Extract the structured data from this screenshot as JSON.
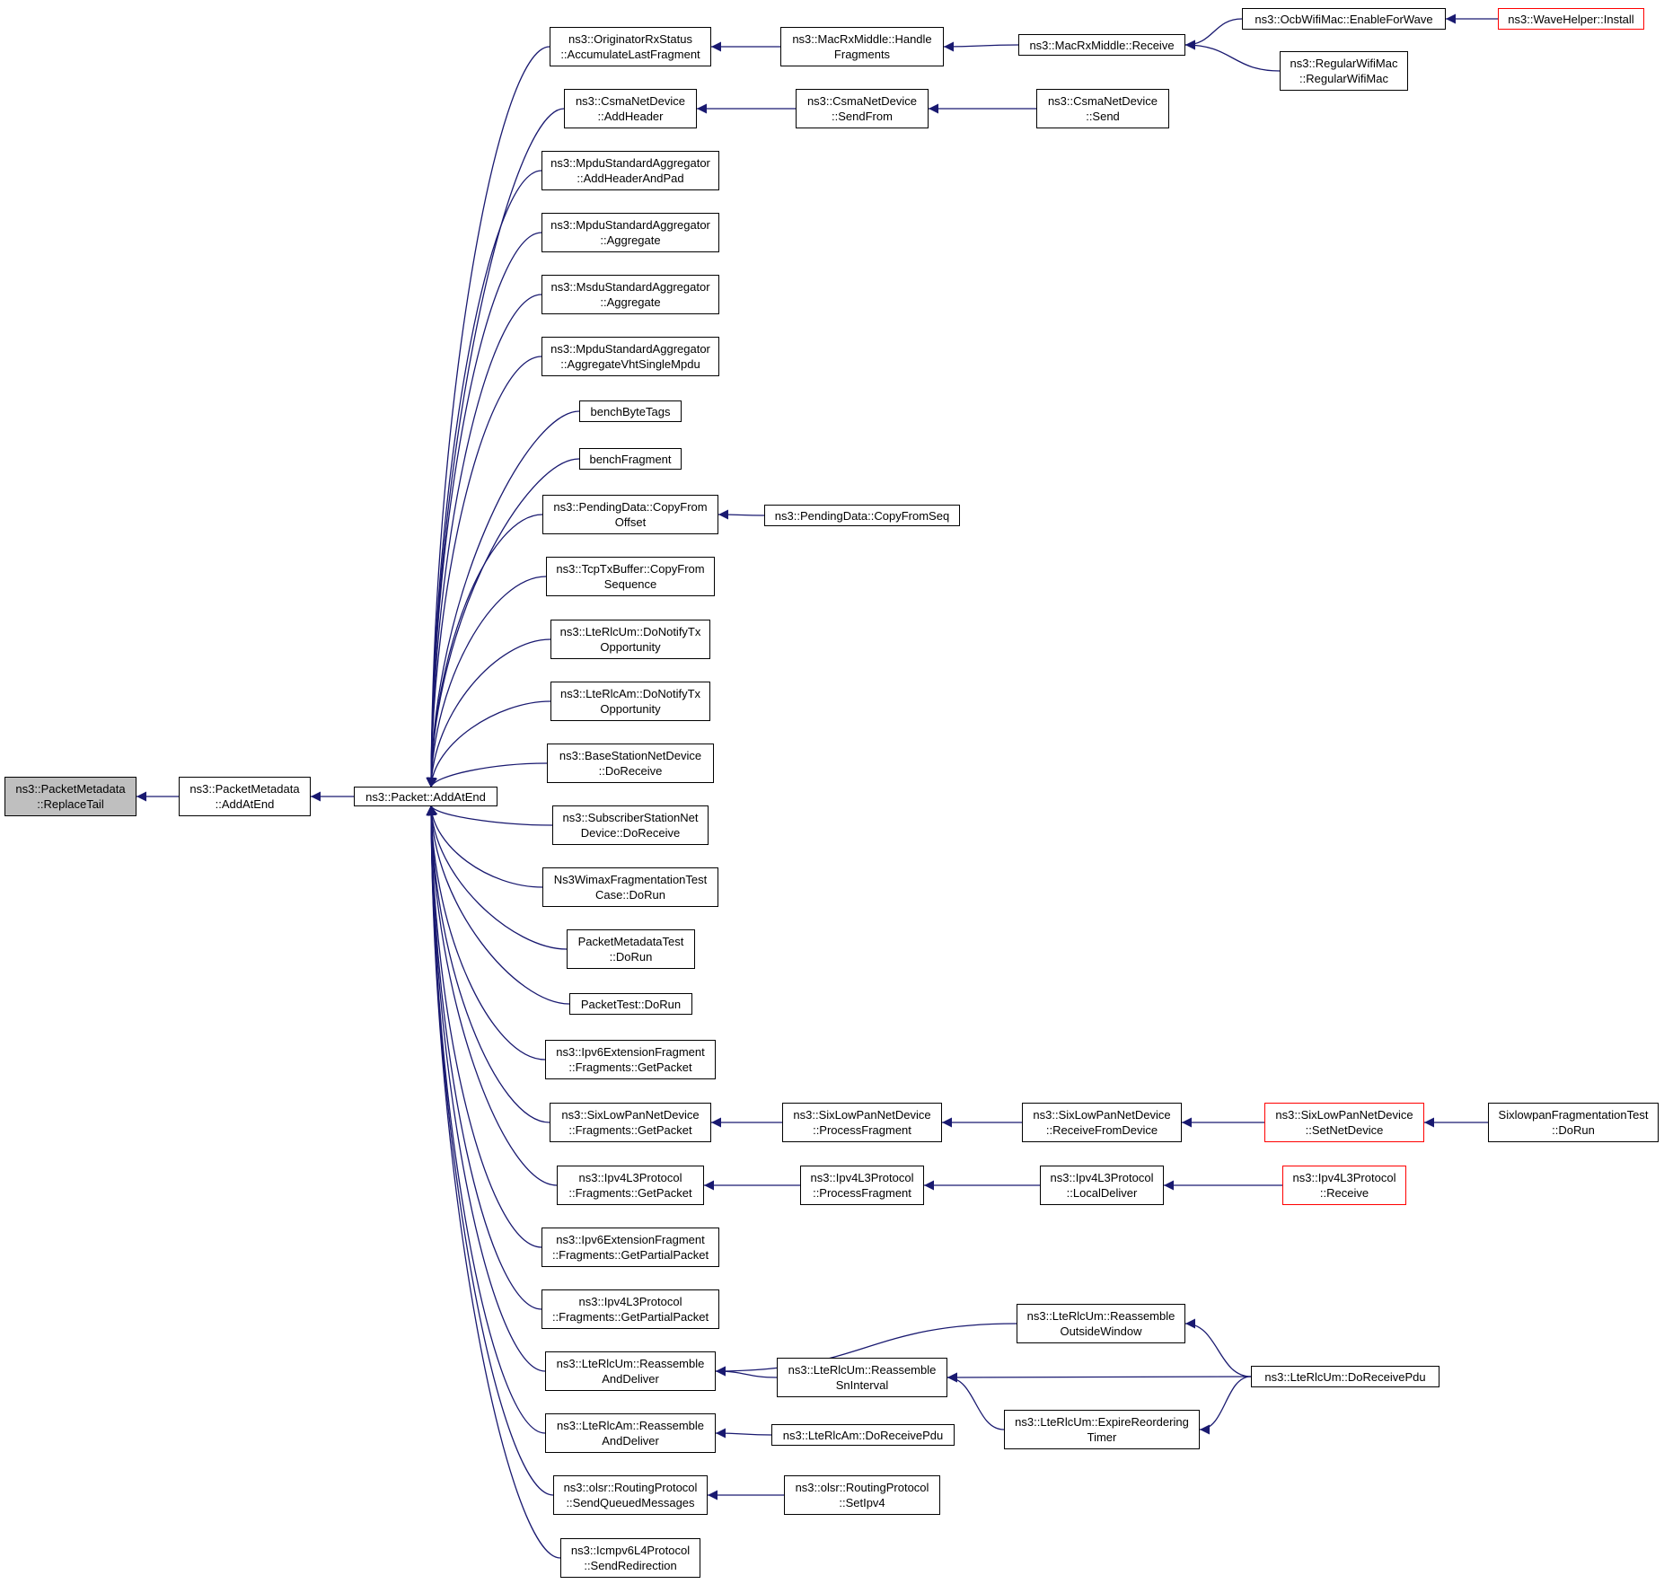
{
  "graph": {
    "edge_color": "#191970",
    "truncated_node_color": "#ff0000",
    "current_node_fill": "#bfbfbf",
    "nodes": [
      {
        "id": "replace_tail",
        "lines": [
          "ns3::PacketMetadata",
          "::ReplaceTail"
        ],
        "current": true
      },
      {
        "id": "pm_add_at_end",
        "lines": [
          "ns3::PacketMetadata",
          "::AddAtEnd"
        ]
      },
      {
        "id": "packet_add_at_end",
        "lines": [
          "ns3::Packet::AddAtEnd"
        ]
      },
      {
        "id": "orig_rx",
        "lines": [
          "ns3::OriginatorRxStatus",
          "::AccumulateLastFragment"
        ]
      },
      {
        "id": "csma_add_header",
        "lines": [
          "ns3::CsmaNetDevice",
          "::AddHeader"
        ]
      },
      {
        "id": "mpdu_add_header_pad",
        "lines": [
          "ns3::MpduStandardAggregator",
          "::AddHeaderAndPad"
        ]
      },
      {
        "id": "mpdu_aggregate",
        "lines": [
          "ns3::MpduStandardAggregator",
          "::Aggregate"
        ]
      },
      {
        "id": "msdu_aggregate",
        "lines": [
          "ns3::MsduStandardAggregator",
          "::Aggregate"
        ]
      },
      {
        "id": "mpdu_vht",
        "lines": [
          "ns3::MpduStandardAggregator",
          "::AggregateVhtSingleMpdu"
        ]
      },
      {
        "id": "bench_byte_tags",
        "lines": [
          "benchByteTags"
        ]
      },
      {
        "id": "bench_fragment",
        "lines": [
          "benchFragment"
        ]
      },
      {
        "id": "pending_copy_offset",
        "lines": [
          "ns3::PendingData::CopyFrom",
          "Offset"
        ]
      },
      {
        "id": "tcp_copy_seq",
        "lines": [
          "ns3::TcpTxBuffer::CopyFrom",
          "Sequence"
        ]
      },
      {
        "id": "lte_um_notify",
        "lines": [
          "ns3::LteRlcUm::DoNotifyTx",
          "Opportunity"
        ]
      },
      {
        "id": "lte_am_notify",
        "lines": [
          "ns3::LteRlcAm::DoNotifyTx",
          "Opportunity"
        ]
      },
      {
        "id": "bs_do_receive",
        "lines": [
          "ns3::BaseStationNetDevice",
          "::DoReceive"
        ]
      },
      {
        "id": "ss_do_receive",
        "lines": [
          "ns3::SubscriberStationNet",
          "Device::DoReceive"
        ]
      },
      {
        "id": "wimax_frag",
        "lines": [
          "Ns3WimaxFragmentationTest",
          "Case::DoRun"
        ]
      },
      {
        "id": "pm_test",
        "lines": [
          "PacketMetadataTest",
          "::DoRun"
        ]
      },
      {
        "id": "packet_test",
        "lines": [
          "PacketTest::DoRun"
        ]
      },
      {
        "id": "ipv6_get_packet",
        "lines": [
          "ns3::Ipv6ExtensionFragment",
          "::Fragments::GetPacket"
        ]
      },
      {
        "id": "sixlow_get_packet",
        "lines": [
          "ns3::SixLowPanNetDevice",
          "::Fragments::GetPacket"
        ]
      },
      {
        "id": "ipv4_get_packet",
        "lines": [
          "ns3::Ipv4L3Protocol",
          "::Fragments::GetPacket"
        ]
      },
      {
        "id": "ipv6_get_partial",
        "lines": [
          "ns3::Ipv6ExtensionFragment",
          "::Fragments::GetPartialPacket"
        ]
      },
      {
        "id": "ipv4_get_partial",
        "lines": [
          "ns3::Ipv4L3Protocol",
          "::Fragments::GetPartialPacket"
        ]
      },
      {
        "id": "lte_um_reassemble",
        "lines": [
          "ns3::LteRlcUm::Reassemble",
          "AndDeliver"
        ]
      },
      {
        "id": "lte_am_reassemble",
        "lines": [
          "ns3::LteRlcAm::Reassemble",
          "AndDeliver"
        ]
      },
      {
        "id": "olsr_send_queued",
        "lines": [
          "ns3::olsr::RoutingProtocol",
          "::SendQueuedMessages"
        ]
      },
      {
        "id": "icmpv6_redirect",
        "lines": [
          "ns3::Icmpv6L4Protocol",
          "::SendRedirection"
        ]
      },
      {
        "id": "mac_handle_frag",
        "lines": [
          "ns3::MacRxMiddle::Handle",
          "Fragments"
        ]
      },
      {
        "id": "csma_send_from",
        "lines": [
          "ns3::CsmaNetDevice",
          "::SendFrom"
        ]
      },
      {
        "id": "pending_copy_seq",
        "lines": [
          "ns3::PendingData::CopyFromSeq"
        ]
      },
      {
        "id": "sixlow_process_frag",
        "lines": [
          "ns3::SixLowPanNetDevice",
          "::ProcessFragment"
        ]
      },
      {
        "id": "ipv4_process_frag",
        "lines": [
          "ns3::Ipv4L3Protocol",
          "::ProcessFragment"
        ]
      },
      {
        "id": "lte_um_outside",
        "lines": [
          "ns3::LteRlcUm::Reassemble",
          "OutsideWindow"
        ]
      },
      {
        "id": "lte_um_sn_interval",
        "lines": [
          "ns3::LteRlcUm::Reassemble",
          "SnInterval"
        ]
      },
      {
        "id": "lte_am_do_receive",
        "lines": [
          "ns3::LteRlcAm::DoReceivePdu"
        ]
      },
      {
        "id": "olsr_set_ipv4",
        "lines": [
          "ns3::olsr::RoutingProtocol",
          "::SetIpv4"
        ]
      },
      {
        "id": "mac_receive",
        "lines": [
          "ns3::MacRxMiddle::Receive"
        ]
      },
      {
        "id": "csma_send",
        "lines": [
          "ns3::CsmaNetDevice",
          "::Send"
        ]
      },
      {
        "id": "sixlow_receive_from",
        "lines": [
          "ns3::SixLowPanNetDevice",
          "::ReceiveFromDevice"
        ]
      },
      {
        "id": "ipv4_local_deliver",
        "lines": [
          "ns3::Ipv4L3Protocol",
          "::LocalDeliver"
        ]
      },
      {
        "id": "lte_um_expire",
        "lines": [
          "ns3::LteRlcUm::ExpireReordering",
          "Timer"
        ]
      },
      {
        "id": "ocb_enable",
        "lines": [
          "ns3::OcbWifiMac::EnableForWave"
        ]
      },
      {
        "id": "regular_wifi",
        "lines": [
          "ns3::RegularWifiMac",
          "::RegularWifiMac"
        ]
      },
      {
        "id": "sixlow_set_net",
        "lines": [
          "ns3::SixLowPanNetDevice",
          "::SetNetDevice"
        ],
        "truncated": true
      },
      {
        "id": "ipv4_receive",
        "lines": [
          "ns3::Ipv4L3Protocol",
          "::Receive"
        ],
        "truncated": true
      },
      {
        "id": "lte_um_do_receive",
        "lines": [
          "ns3::LteRlcUm::DoReceivePdu"
        ]
      },
      {
        "id": "wave_install",
        "lines": [
          "ns3::WaveHelper::Install"
        ],
        "truncated": true
      },
      {
        "id": "sixlow_frag_test",
        "lines": [
          "SixlowpanFragmentationTest",
          "::DoRun"
        ]
      }
    ],
    "edges": [
      [
        "pm_add_at_end",
        "replace_tail"
      ],
      [
        "packet_add_at_end",
        "pm_add_at_end"
      ],
      [
        "orig_rx",
        "packet_add_at_end"
      ],
      [
        "csma_add_header",
        "packet_add_at_end"
      ],
      [
        "mpdu_add_header_pad",
        "packet_add_at_end"
      ],
      [
        "mpdu_aggregate",
        "packet_add_at_end"
      ],
      [
        "msdu_aggregate",
        "packet_add_at_end"
      ],
      [
        "mpdu_vht",
        "packet_add_at_end"
      ],
      [
        "bench_byte_tags",
        "packet_add_at_end"
      ],
      [
        "bench_fragment",
        "packet_add_at_end"
      ],
      [
        "pending_copy_offset",
        "packet_add_at_end"
      ],
      [
        "tcp_copy_seq",
        "packet_add_at_end"
      ],
      [
        "lte_um_notify",
        "packet_add_at_end"
      ],
      [
        "lte_am_notify",
        "packet_add_at_end"
      ],
      [
        "bs_do_receive",
        "packet_add_at_end"
      ],
      [
        "ss_do_receive",
        "packet_add_at_end"
      ],
      [
        "wimax_frag",
        "packet_add_at_end"
      ],
      [
        "pm_test",
        "packet_add_at_end"
      ],
      [
        "packet_test",
        "packet_add_at_end"
      ],
      [
        "ipv6_get_packet",
        "packet_add_at_end"
      ],
      [
        "sixlow_get_packet",
        "packet_add_at_end"
      ],
      [
        "ipv4_get_packet",
        "packet_add_at_end"
      ],
      [
        "ipv6_get_partial",
        "packet_add_at_end"
      ],
      [
        "ipv4_get_partial",
        "packet_add_at_end"
      ],
      [
        "lte_um_reassemble",
        "packet_add_at_end"
      ],
      [
        "lte_am_reassemble",
        "packet_add_at_end"
      ],
      [
        "olsr_send_queued",
        "packet_add_at_end"
      ],
      [
        "icmpv6_redirect",
        "packet_add_at_end"
      ],
      [
        "mac_handle_frag",
        "orig_rx"
      ],
      [
        "mac_receive",
        "mac_handle_frag"
      ],
      [
        "ocb_enable",
        "mac_receive"
      ],
      [
        "regular_wifi",
        "mac_receive"
      ],
      [
        "wave_install",
        "ocb_enable"
      ],
      [
        "csma_send_from",
        "csma_add_header"
      ],
      [
        "csma_send",
        "csma_send_from"
      ],
      [
        "pending_copy_seq",
        "pending_copy_offset"
      ],
      [
        "sixlow_process_frag",
        "sixlow_get_packet"
      ],
      [
        "sixlow_receive_from",
        "sixlow_process_frag"
      ],
      [
        "sixlow_set_net",
        "sixlow_receive_from"
      ],
      [
        "sixlow_frag_test",
        "sixlow_set_net"
      ],
      [
        "ipv4_process_frag",
        "ipv4_get_packet"
      ],
      [
        "ipv4_local_deliver",
        "ipv4_process_frag"
      ],
      [
        "ipv4_receive",
        "ipv4_local_deliver"
      ],
      [
        "lte_um_outside",
        "lte_um_reassemble"
      ],
      [
        "lte_um_sn_interval",
        "lte_um_reassemble"
      ],
      [
        "lte_um_do_receive",
        "lte_um_outside"
      ],
      [
        "lte_um_do_receive",
        "lte_um_sn_interval"
      ],
      [
        "lte_um_expire",
        "lte_um_sn_interval"
      ],
      [
        "lte_um_do_receive",
        "lte_um_expire"
      ],
      [
        "lte_am_do_receive",
        "lte_am_reassemble"
      ],
      [
        "olsr_set_ipv4",
        "olsr_send_queued"
      ]
    ]
  }
}
